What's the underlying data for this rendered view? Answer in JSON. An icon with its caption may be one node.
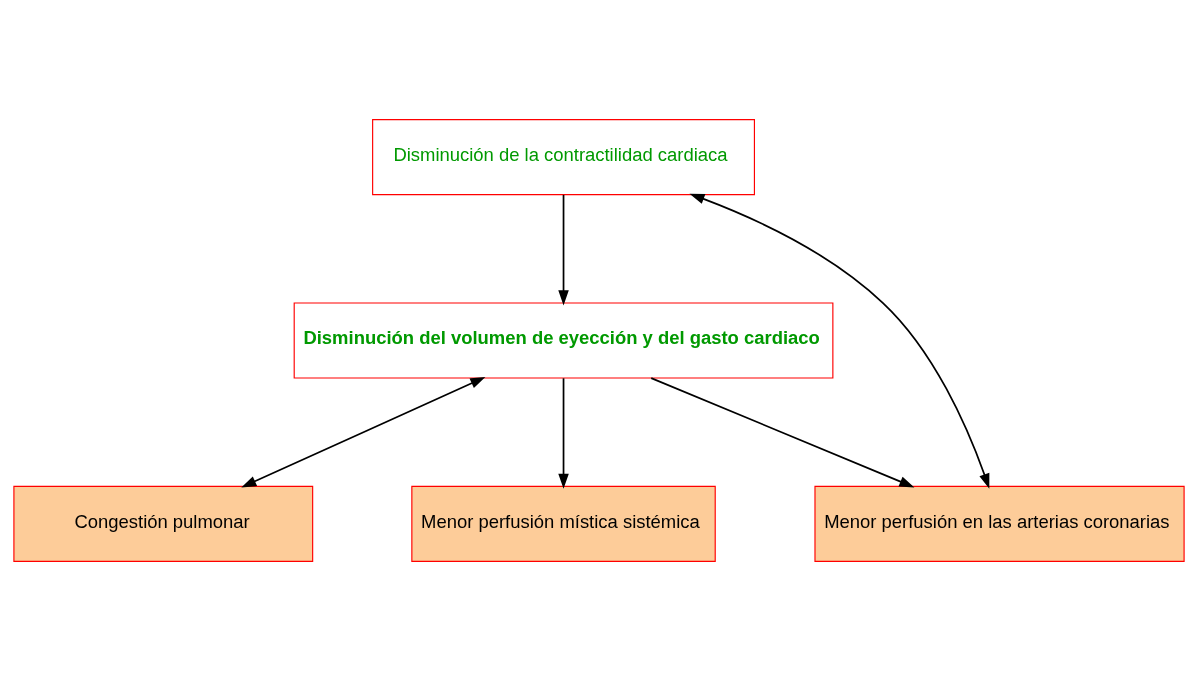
{
  "diagram": {
    "nodes": [
      {
        "text": [
          "Disminución de la contractilidad cardiaca"
        ]
      },
      {
        "text": [
          "Disminución del volumen de eyección y del gasto cardiaco"
        ]
      },
      {
        "text": [
          "Congestión pulmonar"
        ]
      },
      {
        "text": [
          "Menor perfusión mística sistémica"
        ]
      },
      {
        "text": [
          "Menor perfusión en las arterias coronarias"
        ]
      }
    ],
    "edges": [
      {
        "from": 0,
        "to": 1,
        "arrow": "to"
      },
      {
        "from": 1,
        "to": 2,
        "arrow": "both"
      },
      {
        "from": 1,
        "to": 3,
        "arrow": "to"
      },
      {
        "from": 1,
        "to": 4,
        "arrow": "to"
      },
      {
        "from": 4,
        "to": 0,
        "arrow": "both"
      }
    ]
  }
}
